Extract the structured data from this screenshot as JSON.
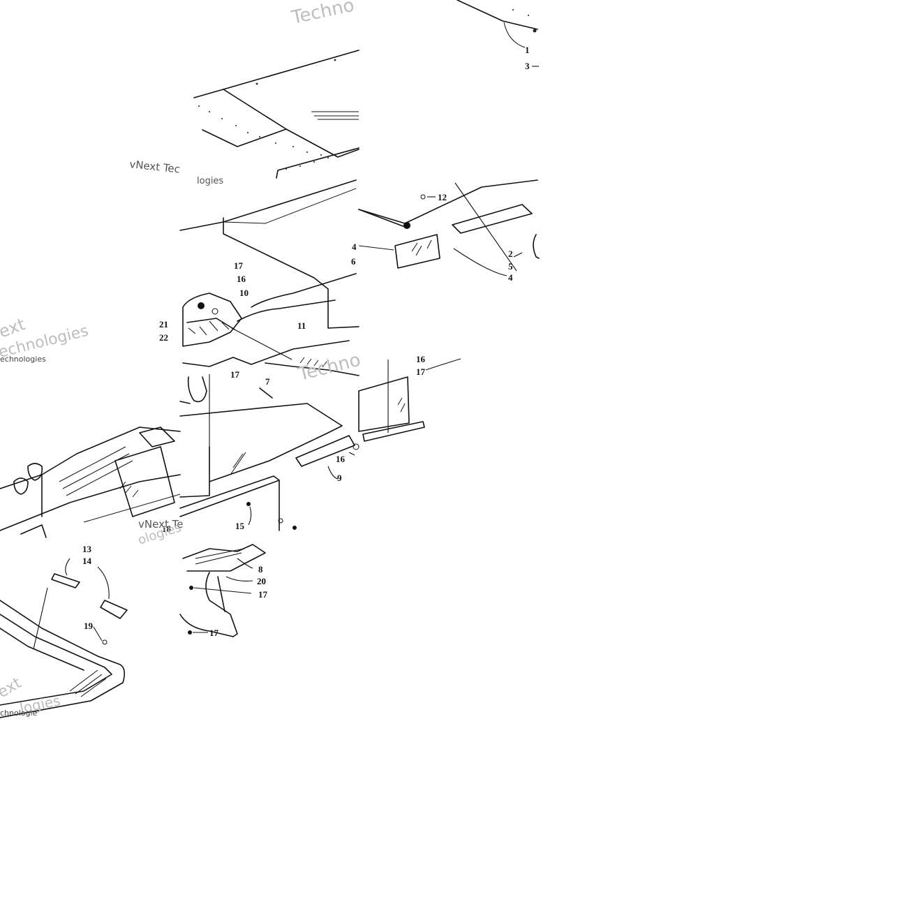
{
  "diagram": {
    "part_callouts": [
      {
        "id": "c1",
        "label": "1"
      },
      {
        "id": "c3",
        "label": "3"
      },
      {
        "id": "c12",
        "label": "12"
      },
      {
        "id": "c4a",
        "label": "4"
      },
      {
        "id": "c2",
        "label": "2"
      },
      {
        "id": "c5",
        "label": "5"
      },
      {
        "id": "c4b",
        "label": "4"
      },
      {
        "id": "c6",
        "label": "6"
      },
      {
        "id": "c17a",
        "label": "17"
      },
      {
        "id": "c16a",
        "label": "16"
      },
      {
        "id": "c10",
        "label": "10"
      },
      {
        "id": "c21",
        "label": "21"
      },
      {
        "id": "c22",
        "label": "22"
      },
      {
        "id": "c11",
        "label": "11"
      },
      {
        "id": "c17b",
        "label": "17"
      },
      {
        "id": "c7",
        "label": "7"
      },
      {
        "id": "c16b",
        "label": "16"
      },
      {
        "id": "c17c",
        "label": "17"
      },
      {
        "id": "c16c",
        "label": "16"
      },
      {
        "id": "c9",
        "label": "9"
      },
      {
        "id": "c15",
        "label": "15"
      },
      {
        "id": "c18",
        "label": "18"
      },
      {
        "id": "c13",
        "label": "13"
      },
      {
        "id": "c14",
        "label": "14"
      },
      {
        "id": "c19",
        "label": "19"
      },
      {
        "id": "c8",
        "label": "8"
      },
      {
        "id": "c20",
        "label": "20"
      },
      {
        "id": "c17d",
        "label": "17"
      },
      {
        "id": "c17e",
        "label": "17"
      }
    ],
    "watermarks": [
      {
        "id": "w1",
        "text": "Techno"
      },
      {
        "id": "w2",
        "text": "vNext Tec"
      },
      {
        "id": "w3",
        "text": "logies"
      },
      {
        "id": "w4",
        "text": "ext"
      },
      {
        "id": "w5",
        "text": "echnologies"
      },
      {
        "id": "w6",
        "text": "echnologies"
      },
      {
        "id": "w7",
        "text": "Techno"
      },
      {
        "id": "w8",
        "text": "vNext Te"
      },
      {
        "id": "w9",
        "text": "ologies"
      },
      {
        "id": "w10",
        "text": "ext"
      },
      {
        "id": "w11",
        "text": "logies"
      },
      {
        "id": "w12",
        "text": "chnologie"
      }
    ]
  }
}
